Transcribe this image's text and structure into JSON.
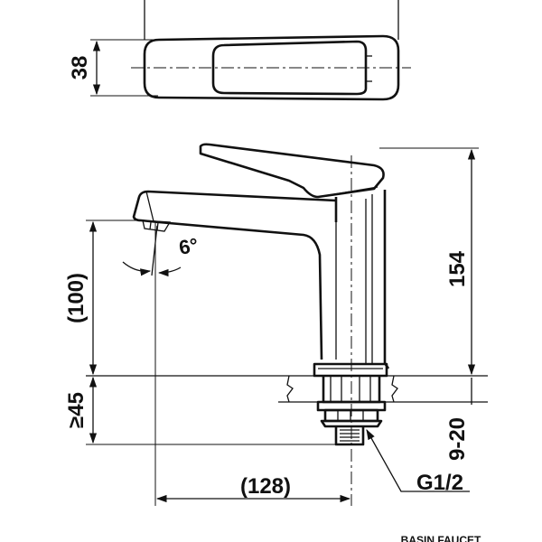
{
  "dimensions": {
    "top_height": "38",
    "total_height": "154",
    "spout_height": "(100)",
    "deck_thickness": "≥45",
    "shank_length": "9-20",
    "spout_reach": "(128)",
    "spout_angle": "6°",
    "thread": "G1/2"
  },
  "caption": "BASIN FAUCET"
}
